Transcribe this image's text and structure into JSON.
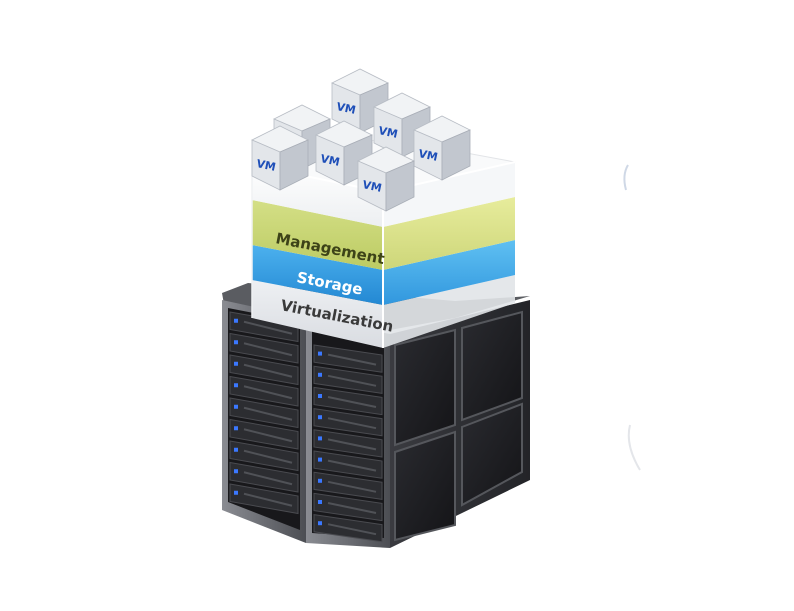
{
  "layers": [
    {
      "key": "management",
      "label": "Management",
      "color": "#c8d67a",
      "text_color": "#3d4318"
    },
    {
      "key": "storage",
      "label": "Storage",
      "color": "#3a9ee0",
      "text_color": "#ffffff"
    },
    {
      "key": "virtualization",
      "label": "Virtualization",
      "color": "#e6e8ec",
      "text_color": "#3a3a3a"
    }
  ],
  "vm_label": "VM",
  "vm_count": 7,
  "colors": {
    "vm_front": "#e3e6ea",
    "vm_side": "#c2c7cf",
    "vm_top": "#f1f3f5",
    "vm_text": "#1f4fb8",
    "rack_dark": "#1c1c1f",
    "rack_frame": "#7d7f85",
    "server_led": "#3b78ff"
  },
  "icons": [
    "vm-cube-icon",
    "server-rack-icon"
  ]
}
